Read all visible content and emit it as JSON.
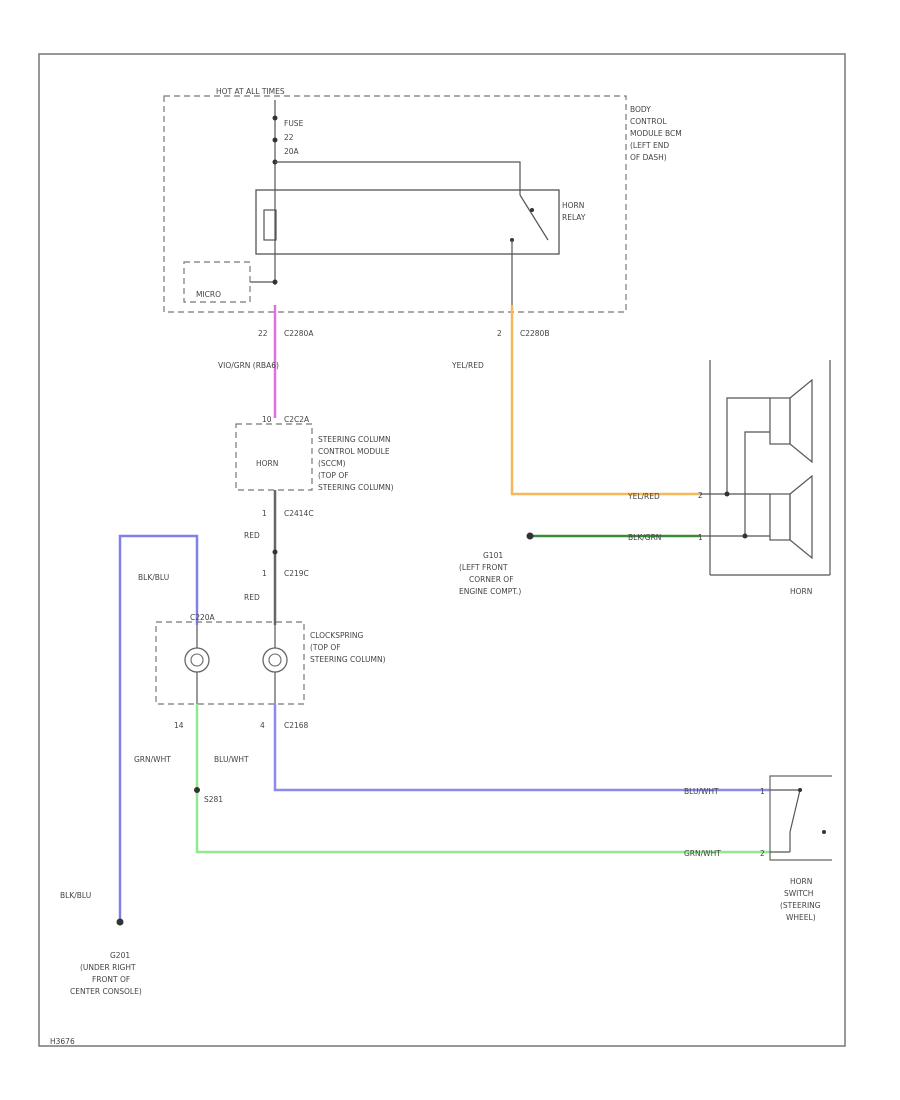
{
  "diagram": {
    "bcm_header": "HOT AT ALL TIMES",
    "fuse": [
      "FUSE",
      "22",
      "20A"
    ],
    "bcm_desc": [
      "BODY",
      "CONTROL",
      "MODULE BCM",
      "(LEFT END",
      "OF DASH)"
    ],
    "relay_label": [
      "HORN",
      "RELAY"
    ],
    "bcm_micro": "MICRO",
    "c2280a_pin": "22",
    "c2280a": "C2280A",
    "c2280b_pin": "2",
    "c2280b": "C2280B",
    "vio_gn_wire": "VIO/GRN (RBA6)",
    "ye_rd_wire_1": "YEL/RED",
    "ye_rd_wire_2": "YEL/RED",
    "bk_gn_wire": "BLK/GRN",
    "sccm_connector": "C2C2A",
    "sccm_connector_pin": "10",
    "sccm_desc": [
      "STEERING COLUMN",
      "CONTROL MODULE",
      "(SCCM)",
      "(TOP OF",
      "STEERING COLUMN)"
    ],
    "sccm_horn": "HORN",
    "c2414c_pin": "1",
    "c2414c": "C2414C",
    "red_wire_1": "RED",
    "c2192_pin": "1",
    "c2192": "C219C",
    "red_wire_2": "RED",
    "bk_bu_wire_1": "BLK/BLU",
    "bk_bu_wire_2": "BLK/BLU",
    "c220a": "C220A",
    "clockspring_desc": [
      "CLOCKSPRING",
      "(TOP OF",
      "STEERING COLUMN)"
    ],
    "c2168_pin_left": "14",
    "c2168_pin_right": "4",
    "c2168": "C2168",
    "gn_wt_wire_1": "GRN/WHT",
    "gn_wt_wire_2": "GRN/WHT",
    "bu_wt_wire_1": "BLU/WHT",
    "bu_wt_wire_2": "BLU/WHT",
    "splice": "S281",
    "ground_g101": [
      "G101",
      "(LEFT FRONT",
      "CORNER OF",
      "ENGINE COMPT.)"
    ],
    "ground_g201": [
      "G201",
      "(UNDER RIGHT",
      "FRONT OF",
      "CENTER CONSOLE)"
    ],
    "horn_label": "HORN",
    "horn_pin_1": "2",
    "horn_pin_2": "1",
    "switch_pin_1": "1",
    "switch_pin_2": "2",
    "horn_switch_desc": [
      "HORN",
      "SWITCH",
      "(STEERING",
      "WHEEL)"
    ],
    "footer_code": "H3676"
  },
  "colors": {
    "pink": "#e070e0",
    "orange": "#f5b85a",
    "green_dark": "#3a8a3a",
    "blue": "#8080e8",
    "green_light": "#90e890",
    "gray_wire": "#666666"
  }
}
